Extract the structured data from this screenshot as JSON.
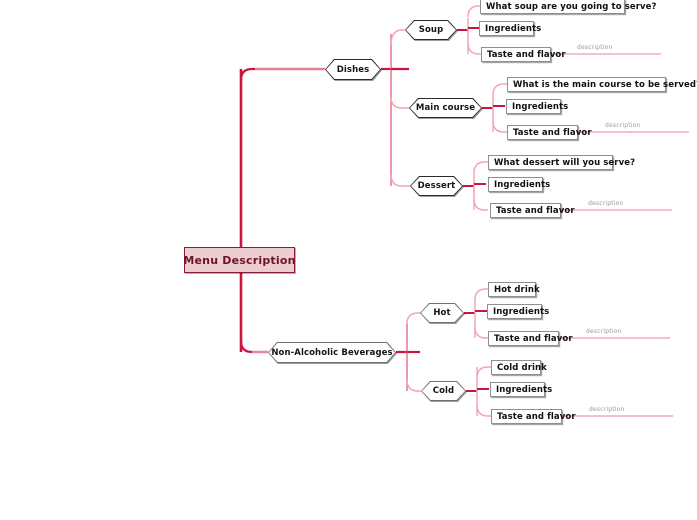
{
  "diagram": {
    "type": "mind-map",
    "title": "Menu Description",
    "colors": {
      "trunk": "#c9153f",
      "branch": "#f0a7b4",
      "root_fill": "#eecdd2",
      "root_border": "#8c1b33",
      "root_text": "#6d1326",
      "node_border": "#7c7c7c",
      "leaf_border": "#8f8f8f",
      "description_text": "#9a9a9a",
      "background": "#ffffff"
    },
    "root": {
      "label": "Menu Description"
    },
    "branches": [
      {
        "label": "Dishes",
        "children": [
          {
            "label": "Soup",
            "leaves": [
              {
                "label": "What soup are you going to serve?",
                "description": ""
              },
              {
                "label": "Ingredients",
                "description": ""
              },
              {
                "label": "Taste and flavor",
                "description": "description"
              }
            ]
          },
          {
            "label": "Main course",
            "leaves": [
              {
                "label": "What is the main course to be served?",
                "description": ""
              },
              {
                "label": "Ingredients",
                "description": ""
              },
              {
                "label": "Taste and flavor",
                "description": "description"
              }
            ]
          },
          {
            "label": "Dessert",
            "leaves": [
              {
                "label": "What dessert will you serve?",
                "description": ""
              },
              {
                "label": "Ingredients",
                "description": ""
              },
              {
                "label": "Taste and flavor",
                "description": "description"
              }
            ]
          }
        ]
      },
      {
        "label": "Non-Alcoholic Beverages",
        "children": [
          {
            "label": "Hot",
            "leaves": [
              {
                "label": "Hot drink",
                "description": ""
              },
              {
                "label": "Ingredients",
                "description": ""
              },
              {
                "label": "Taste and flavor",
                "description": "description"
              }
            ]
          },
          {
            "label": "Cold",
            "leaves": [
              {
                "label": "Cold drink",
                "description": ""
              },
              {
                "label": "Ingredients",
                "description": ""
              },
              {
                "label": "Taste and flavor",
                "description": "description"
              }
            ]
          }
        ]
      }
    ]
  }
}
